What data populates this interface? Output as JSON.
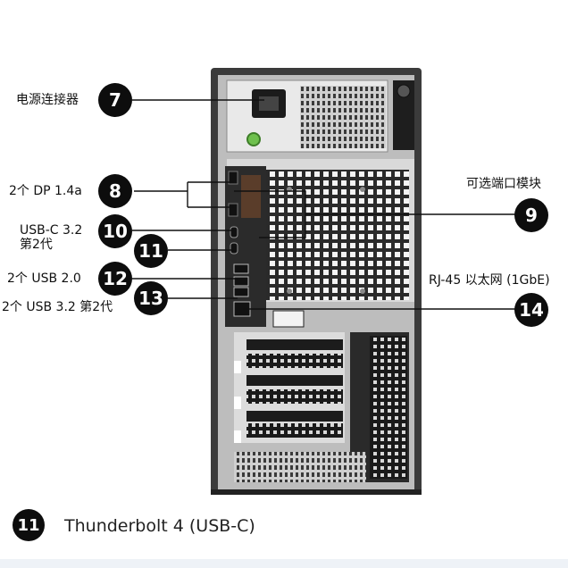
{
  "callouts": [
    {
      "number": "7",
      "label": "电源连接器"
    },
    {
      "number": "8",
      "label": "2个 DP 1.4a"
    },
    {
      "number": "9",
      "label": "可选端口模块"
    },
    {
      "number": "10",
      "label_line1": "USB-C 3.2",
      "label_line2": "第2代"
    },
    {
      "number": "11",
      "label": ""
    },
    {
      "number": "12",
      "label": "2个 USB 2.0"
    },
    {
      "number": "13",
      "label": "2个 USB 3.2 第2代"
    },
    {
      "number": "14",
      "label": "RJ-45 以太网 (1GbE)"
    }
  ],
  "caption": {
    "number": "11",
    "text": "Thunderbolt 4 (USB-C)"
  }
}
